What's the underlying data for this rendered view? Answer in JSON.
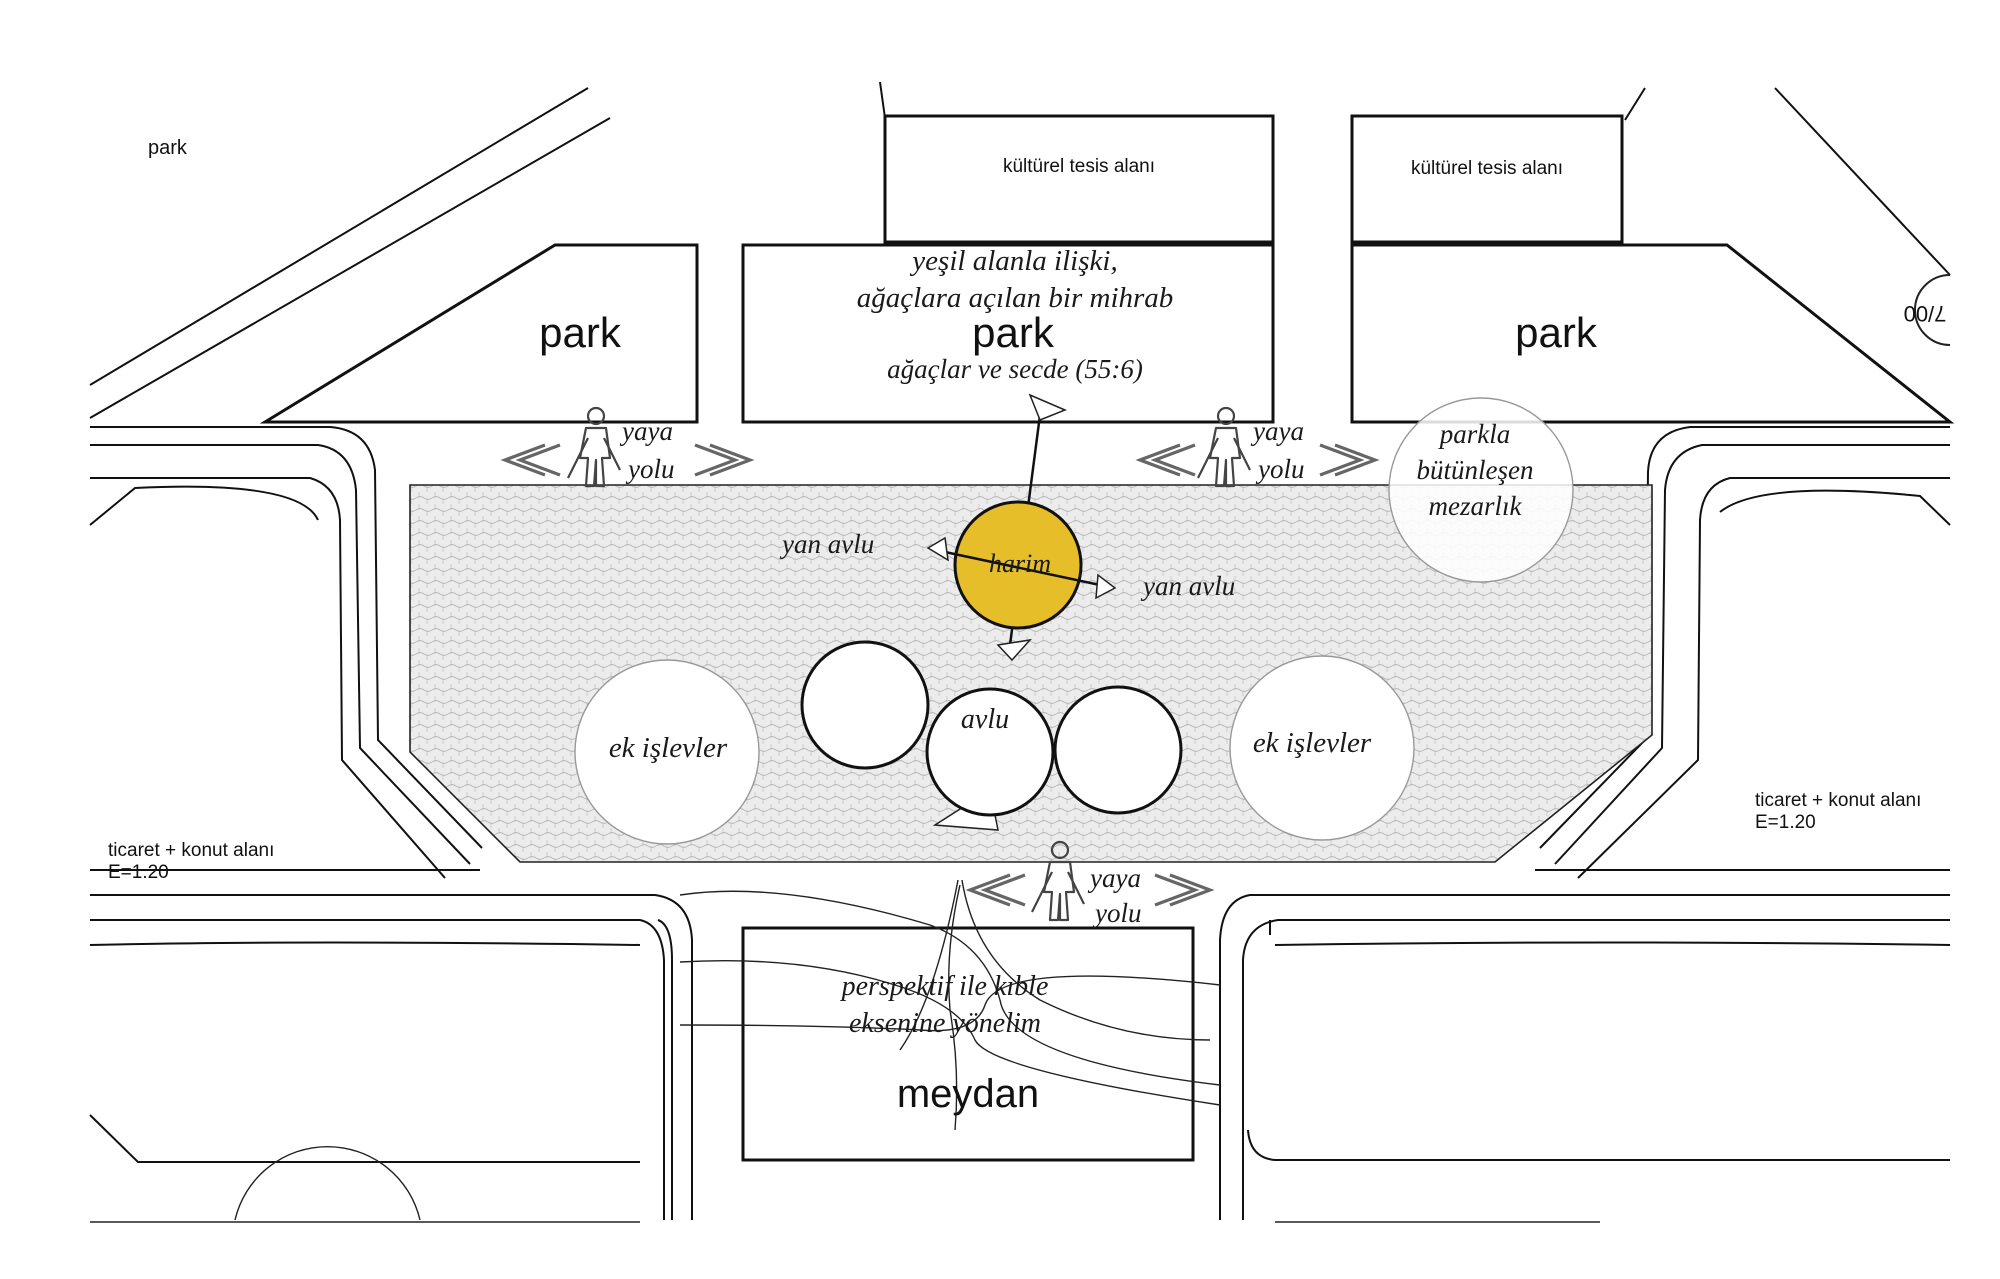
{
  "labels": {
    "park_corner": "park",
    "kulturel_left": "kültürel tesis alanı",
    "kulturel_right": "kültürel tesis alanı",
    "park_left": "park",
    "park_center": "park",
    "park_right": "park",
    "yesil_1": "yeşil alanla ilişki,",
    "yesil_2": "ağaçlara açılan bir mihrab",
    "agaclar": "ağaçlar ve secde (55:6)",
    "yaya1_a": "yaya",
    "yaya1_b": "yolu",
    "yaya2_a": "yaya",
    "yaya2_b": "yolu",
    "yaya3_a": "yaya",
    "yaya3_b": "yolu",
    "mezarlik_1": "parkla",
    "mezarlik_2": "bütünleşen",
    "mezarlik_3": "mezarlık",
    "yan_avlu_left": "yan avlu",
    "yan_avlu_right": "yan avlu",
    "harim": "harim",
    "avlu": "avlu",
    "ek_left": "ek işlevler",
    "ek_right": "ek işlevler",
    "ticaret_left_1": "ticaret + konut alanı",
    "ticaret_left_2": "E=1.20",
    "ticaret_right_1": "ticaret + konut alanı",
    "ticaret_right_2": "E=1.20",
    "perspektif_1": "perspektif ile kıble",
    "perspektif_2": "eksenine yönelim",
    "meydan": "meydan",
    "scale": "7/00"
  },
  "colors": {
    "harim_fill": "#e5be2a",
    "plaza_fill": "#e7e7e7",
    "line": "#111111"
  }
}
